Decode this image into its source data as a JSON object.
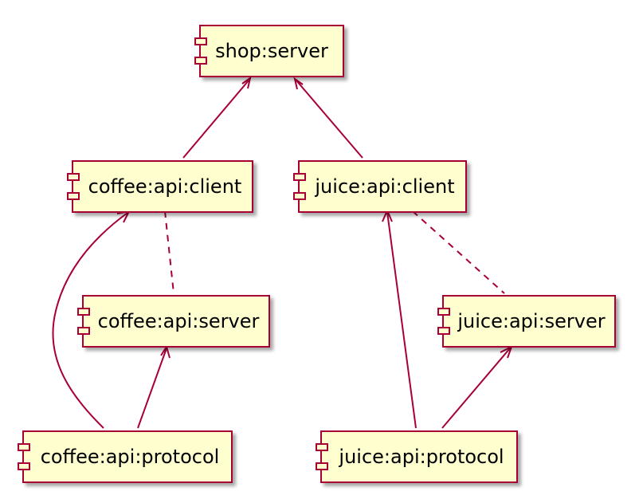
{
  "colors": {
    "box_fill": "#FEFECE",
    "box_border": "#A80036",
    "edge": "#A80036",
    "shadow": "#c8c8c8"
  },
  "components": {
    "shop_server": {
      "label": "shop:server"
    },
    "coffee_client": {
      "label": "coffee:api:client"
    },
    "juice_client": {
      "label": "juice:api:client"
    },
    "coffee_server": {
      "label": "coffee:api:server"
    },
    "juice_server": {
      "label": "juice:api:server"
    },
    "coffee_protocol": {
      "label": "coffee:api:protocol"
    },
    "juice_protocol": {
      "label": "juice:api:protocol"
    }
  },
  "edges": [
    {
      "from": "coffee:api:client",
      "to": "shop:server",
      "style": "solid",
      "arrow": "open"
    },
    {
      "from": "juice:api:client",
      "to": "shop:server",
      "style": "solid",
      "arrow": "open"
    },
    {
      "from": "coffee:api:client",
      "to": "coffee:api:server",
      "style": "dashed",
      "arrow": "none"
    },
    {
      "from": "juice:api:client",
      "to": "juice:api:server",
      "style": "dashed",
      "arrow": "none"
    },
    {
      "from": "coffee:api:protocol",
      "to": "coffee:api:client",
      "style": "solid",
      "arrow": "open"
    },
    {
      "from": "coffee:api:protocol",
      "to": "coffee:api:server",
      "style": "solid",
      "arrow": "open"
    },
    {
      "from": "juice:api:protocol",
      "to": "juice:api:client",
      "style": "solid",
      "arrow": "open"
    },
    {
      "from": "juice:api:protocol",
      "to": "juice:api:server",
      "style": "solid",
      "arrow": "open"
    }
  ]
}
